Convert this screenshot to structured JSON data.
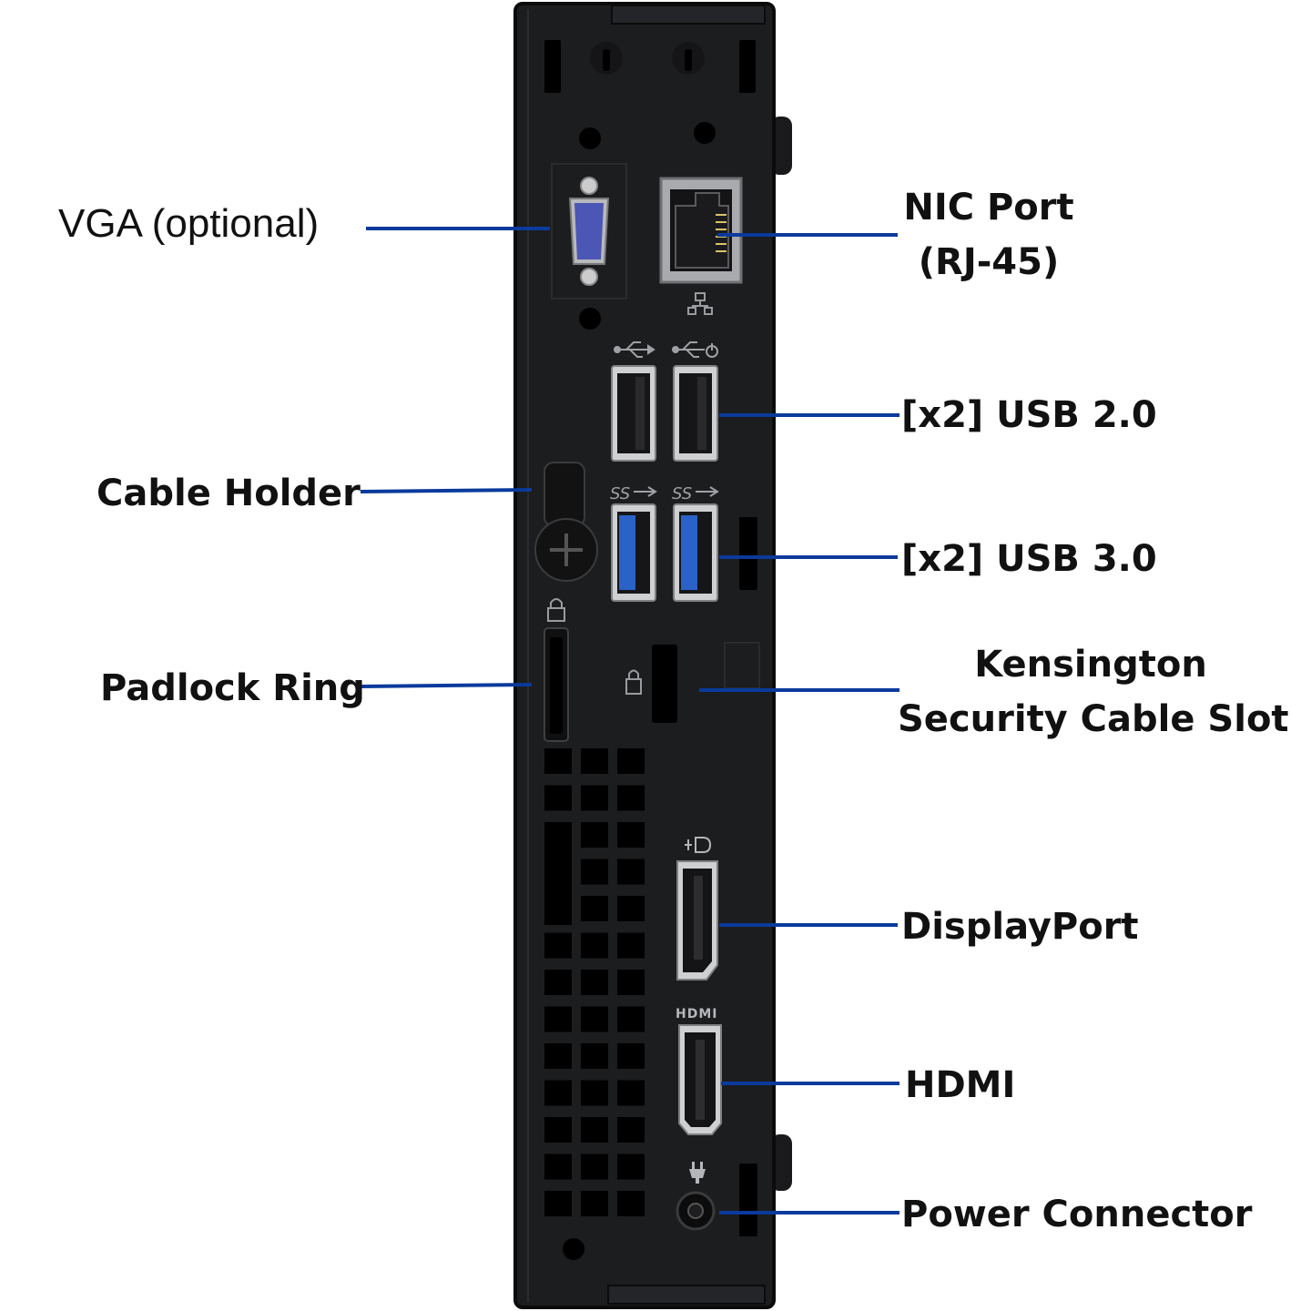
{
  "colors": {
    "background": "#ffffff",
    "chassis": "#1c1d1f",
    "chassis_edge": "#0d0d0e",
    "leader_line": "#0a3a9c",
    "vga_blue": "#4c56b4",
    "usb3_blue": "#2a62c8",
    "label_text": "#111111"
  },
  "labels": {
    "vga": "VGA (optional)",
    "cable_holder": "Cable Holder",
    "padlock_ring": "Padlock Ring",
    "nic_line1": "NIC Port",
    "nic_line2": "(RJ-45)",
    "usb2": "[x2] USB 2.0",
    "usb3": "[x2] USB 3.0",
    "kensington_line1": "Kensington",
    "kensington_line2": "Security Cable Slot",
    "displayport": "DisplayPort",
    "hdmi": "HDMI",
    "power": "Power Connector"
  },
  "device_markings": {
    "hdmi_logo": "HDMI",
    "superspeed_logo": "SS"
  },
  "icons": {
    "network": "network-icon",
    "usb": "usb-icon",
    "usb_power": "usb-power-icon",
    "superspeed_usb": "superspeed-usb-icon",
    "padlock": "padlock-icon",
    "kensington": "kensington-lock-icon",
    "displayport": "displayport-icon",
    "power_plug": "power-plug-icon"
  }
}
